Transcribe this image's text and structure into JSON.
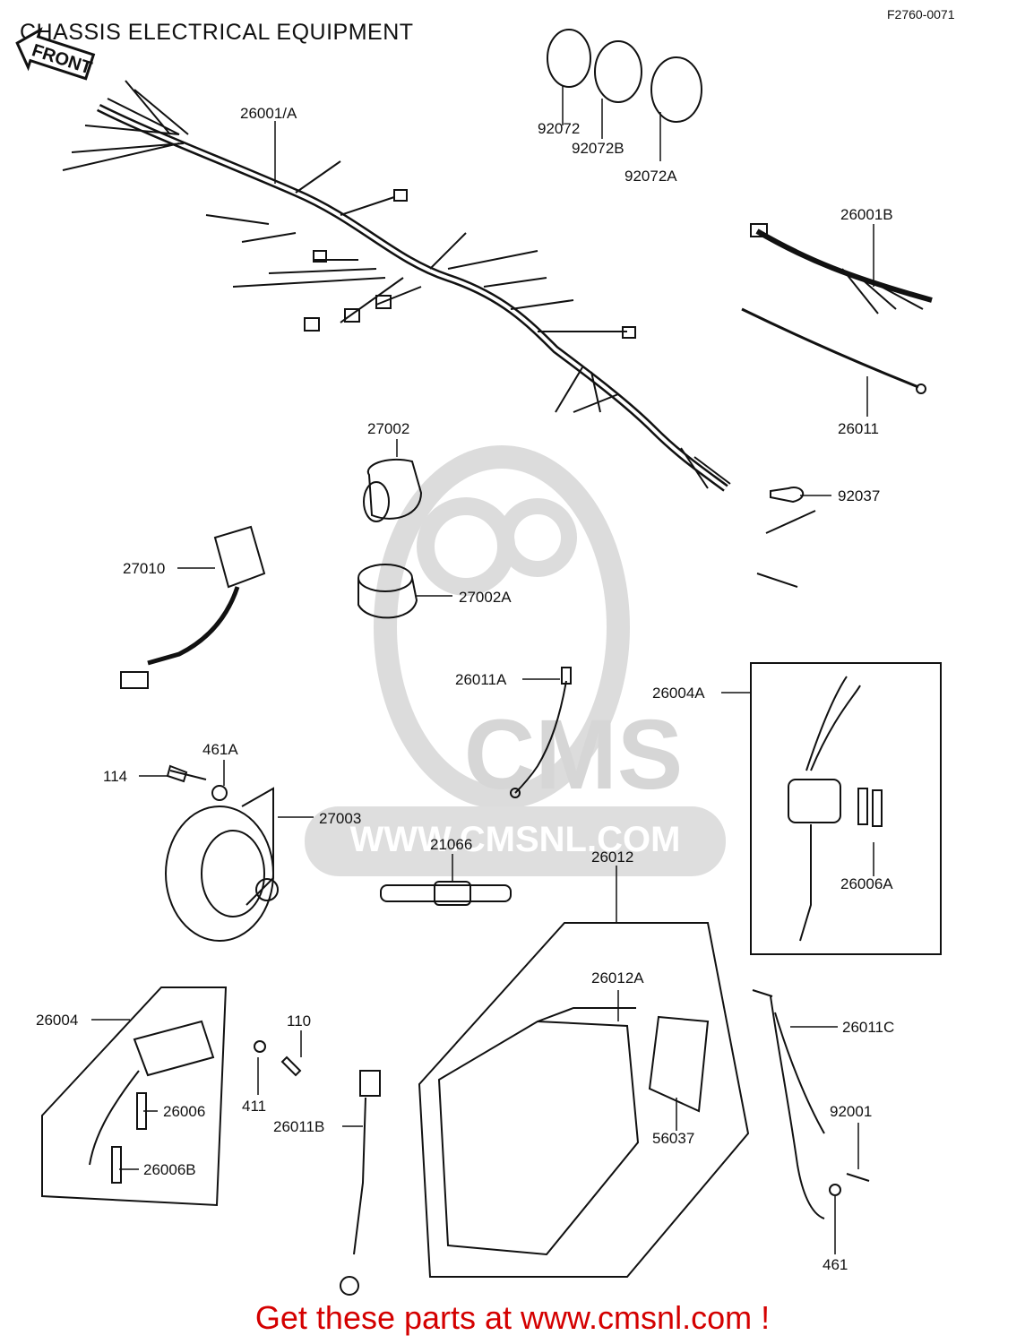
{
  "diagram": {
    "title": "CHASSIS ELECTRICAL EQUIPMENT",
    "figure_code": "F2760-0071",
    "front_marker": "FRONT",
    "watermark_text": "WWW.CMSNL.COM",
    "watermark_logo": "CMS",
    "footer": "Get these parts at www.cmsnl.com !",
    "colors": {
      "line": "#111111",
      "footer": "#d40000",
      "watermark": "#d9d9d9"
    }
  },
  "parts": [
    {
      "id": "p_26001A",
      "label": "26001/A"
    },
    {
      "id": "p_92072",
      "label": "92072"
    },
    {
      "id": "p_92072B",
      "label": "92072B"
    },
    {
      "id": "p_92072A",
      "label": "92072A"
    },
    {
      "id": "p_26001B",
      "label": "26001B"
    },
    {
      "id": "p_26011",
      "label": "26011"
    },
    {
      "id": "p_27002",
      "label": "27002"
    },
    {
      "id": "p_92037",
      "label": "92037"
    },
    {
      "id": "p_27010",
      "label": "27010"
    },
    {
      "id": "p_27002A",
      "label": "27002A"
    },
    {
      "id": "p_26011A",
      "label": "26011A"
    },
    {
      "id": "p_26004A",
      "label": "26004A"
    },
    {
      "id": "p_461A",
      "label": "461A"
    },
    {
      "id": "p_114",
      "label": "114"
    },
    {
      "id": "p_27003",
      "label": "27003"
    },
    {
      "id": "p_21066",
      "label": "21066"
    },
    {
      "id": "p_26012",
      "label": "26012"
    },
    {
      "id": "p_26006A",
      "label": "26006A"
    },
    {
      "id": "p_26012A",
      "label": "26012A"
    },
    {
      "id": "p_26004",
      "label": "26004"
    },
    {
      "id": "p_110",
      "label": "110"
    },
    {
      "id": "p_26011C",
      "label": "26011C"
    },
    {
      "id": "p_26006",
      "label": "26006"
    },
    {
      "id": "p_411",
      "label": "411"
    },
    {
      "id": "p_26011B",
      "label": "26011B"
    },
    {
      "id": "p_92001",
      "label": "92001"
    },
    {
      "id": "p_56037",
      "label": "56037"
    },
    {
      "id": "p_26006B",
      "label": "26006B"
    },
    {
      "id": "p_461",
      "label": "461"
    }
  ]
}
